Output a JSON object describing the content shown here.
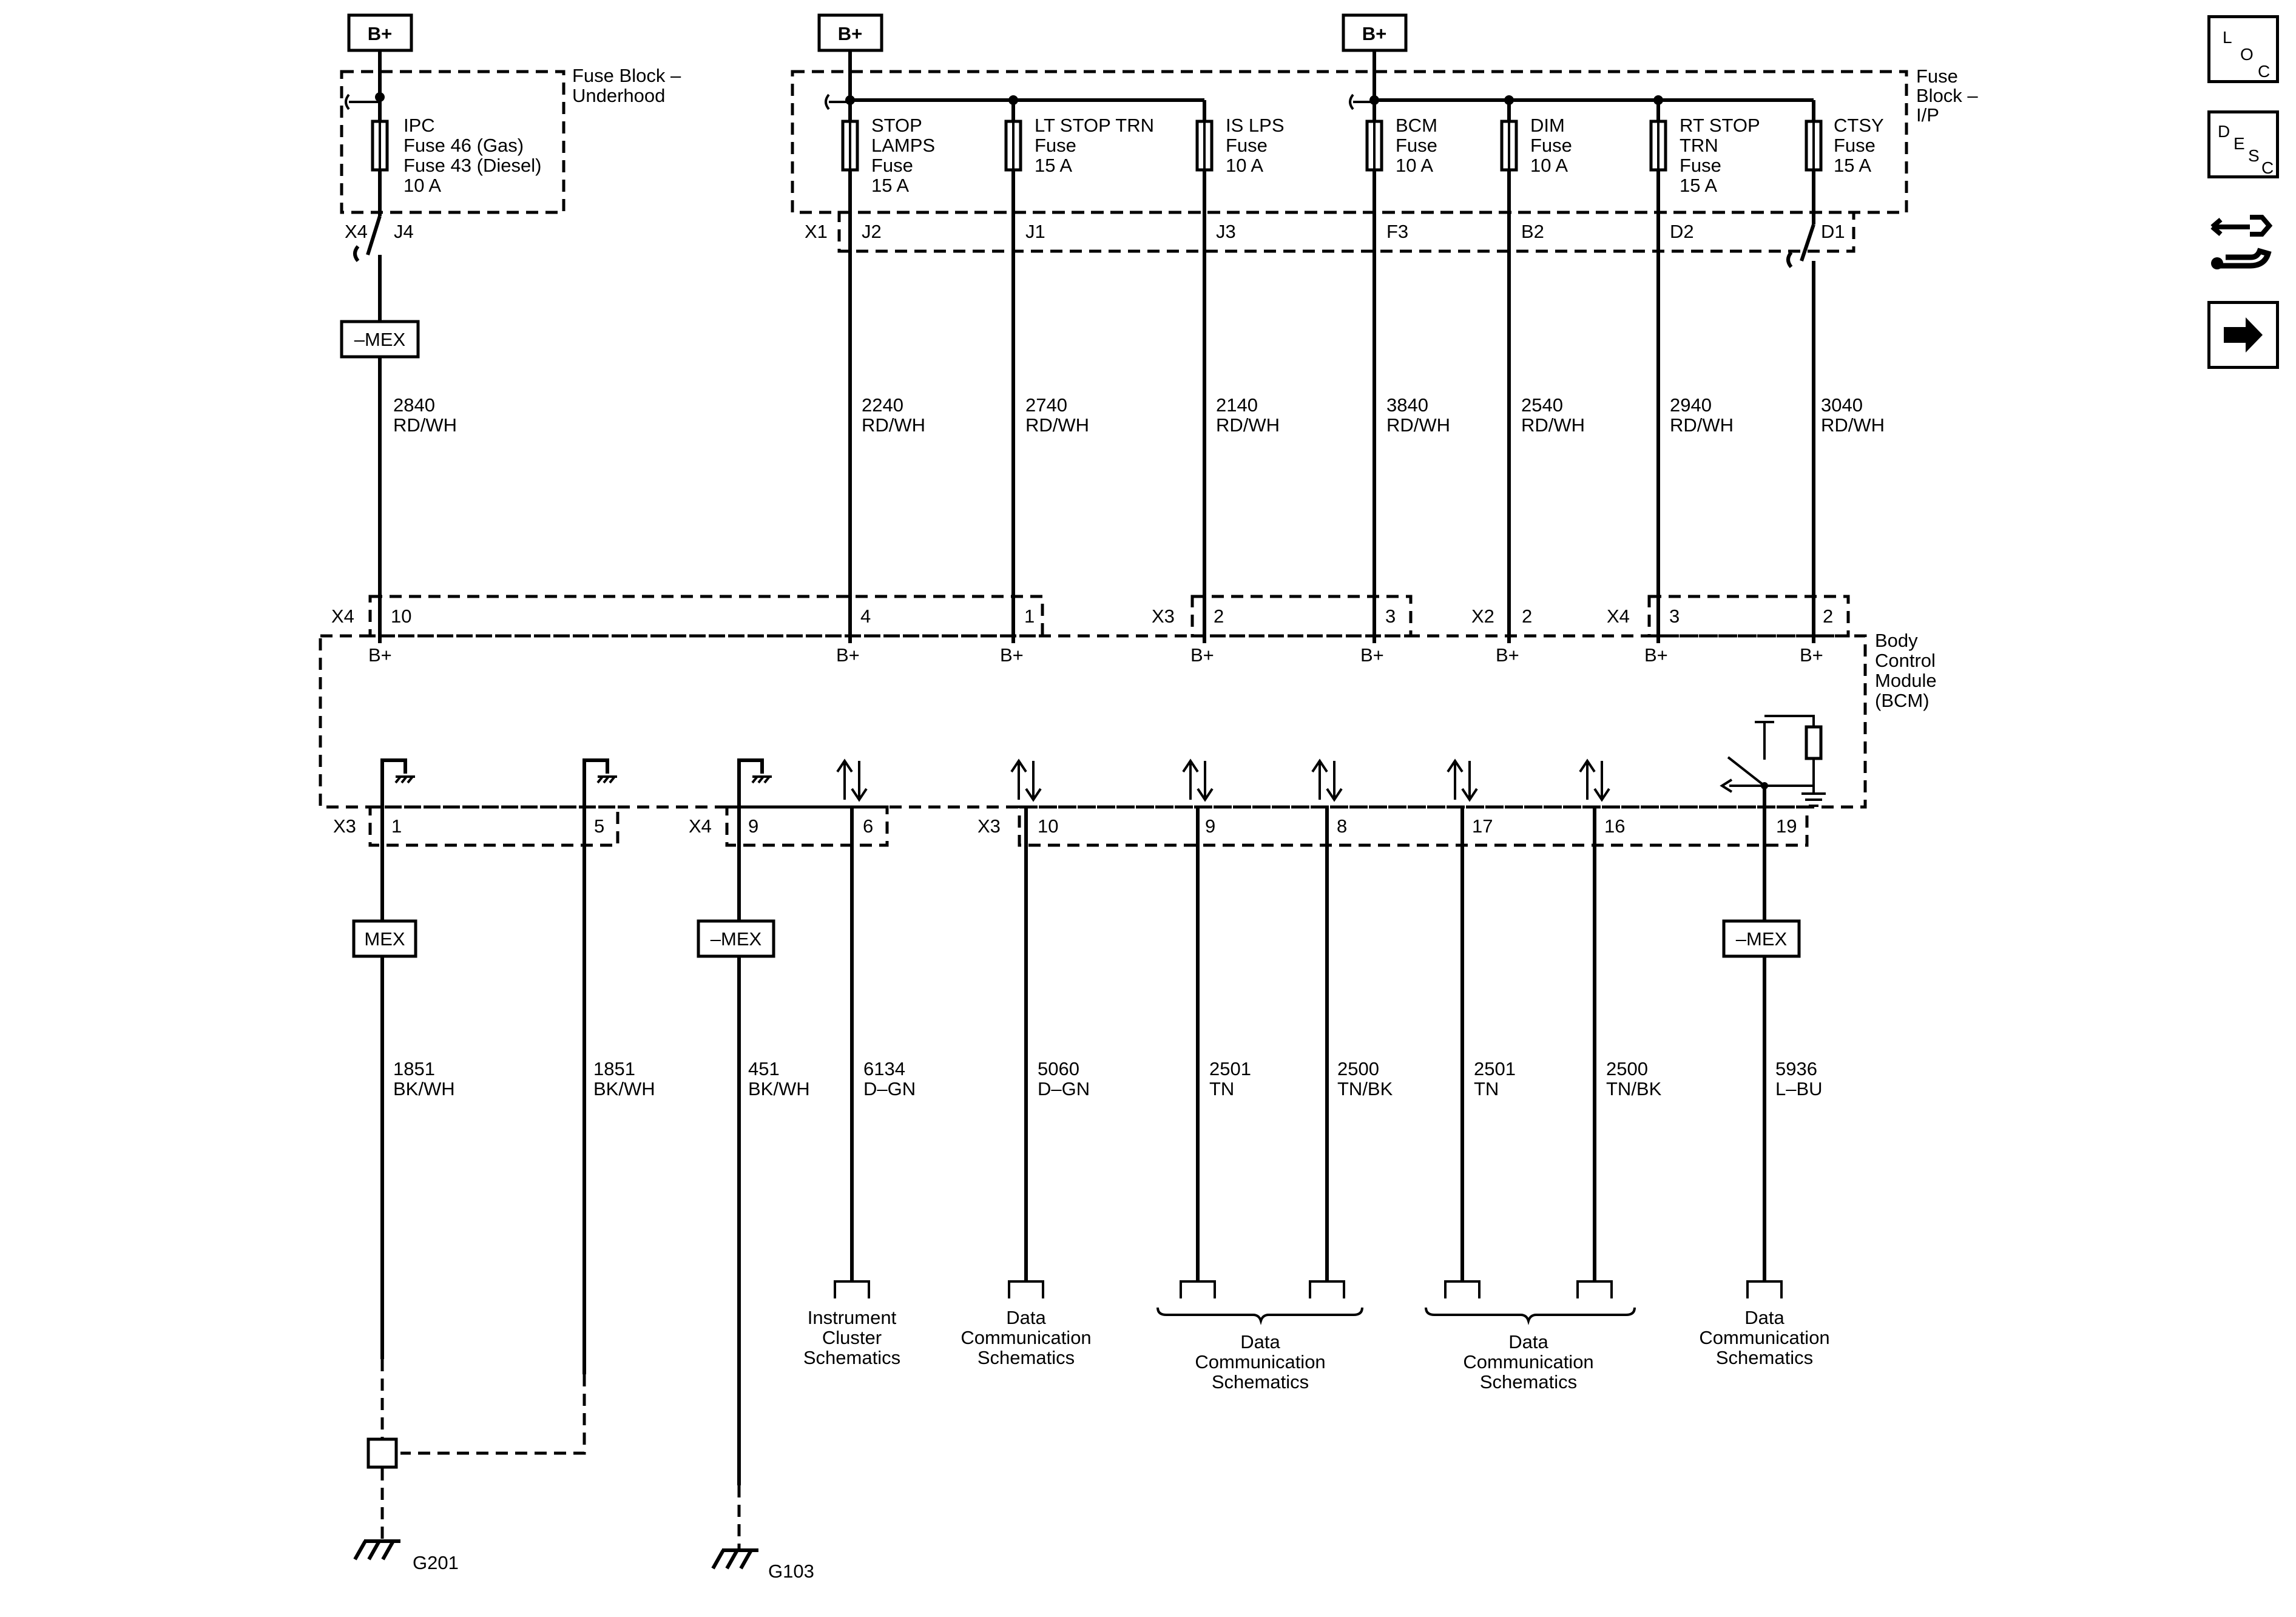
{
  "batt_label": "B+",
  "fuse_blocks": {
    "underhood": [
      "Fuse Block –",
      "Underhood"
    ],
    "ip": [
      "Fuse",
      "Block –",
      "I/P"
    ]
  },
  "fuses": [
    {
      "lines": [
        "IPC",
        "Fuse 46 (Gas)",
        "Fuse 43 (Diesel)",
        "10 A"
      ],
      "pin": "J4"
    },
    {
      "lines": [
        "STOP",
        "LAMPS",
        "Fuse",
        "15 A"
      ],
      "pin": "J2"
    },
    {
      "lines": [
        "LT STOP TRN",
        "Fuse",
        "15 A"
      ],
      "pin": "J1"
    },
    {
      "lines": [
        "IS LPS",
        "Fuse",
        "10 A"
      ],
      "pin": "J3"
    },
    {
      "lines": [
        "BCM",
        "Fuse",
        "10 A"
      ],
      "pin": "F3"
    },
    {
      "lines": [
        "DIM",
        "Fuse",
        "10 A"
      ],
      "pin": "B2"
    },
    {
      "lines": [
        "RT STOP",
        "TRN",
        "Fuse",
        "15 A"
      ],
      "pin": "D2"
    },
    {
      "lines": [
        "CTSY",
        "Fuse",
        "15 A"
      ],
      "pin": "D1"
    }
  ],
  "fuse_connectors": {
    "underhood": "X4",
    "ip": "X1"
  },
  "supply_wires": [
    {
      "circuit": "2840",
      "color": "RD/WH"
    },
    {
      "circuit": "2240",
      "color": "RD/WH"
    },
    {
      "circuit": "2740",
      "color": "RD/WH"
    },
    {
      "circuit": "2140",
      "color": "RD/WH"
    },
    {
      "circuit": "3840",
      "color": "RD/WH"
    },
    {
      "circuit": "2540",
      "color": "RD/WH"
    },
    {
      "circuit": "2940",
      "color": "RD/WH"
    },
    {
      "circuit": "3040",
      "color": "RD/WH"
    }
  ],
  "mex_top": "–MEX",
  "bcm_top_connectors": [
    "X4",
    "X3",
    "X2",
    "X4"
  ],
  "bcm_top_pins": [
    "10",
    "4",
    "1",
    "2",
    "3",
    "2",
    "3",
    "2"
  ],
  "bcm_terminal": "B+",
  "bcm_label": [
    "Body",
    "Control",
    "Module",
    "(BCM)"
  ],
  "bcm_bottom_connectors": [
    "X3",
    "X4",
    "X3"
  ],
  "bcm_bottom_pins": [
    "1",
    "5",
    "9",
    "6",
    "10",
    "9",
    "8",
    "17",
    "16",
    "19"
  ],
  "mex_bottom": [
    "MEX",
    "–MEX",
    "–MEX"
  ],
  "lower_wires": [
    {
      "circuit": "1851",
      "color": "BK/WH"
    },
    {
      "circuit": "1851",
      "color": "BK/WH"
    },
    {
      "circuit": "451",
      "color": "BK/WH"
    },
    {
      "circuit": "6134",
      "color": "D–GN"
    },
    {
      "circuit": "5060",
      "color": "D–GN"
    },
    {
      "circuit": "2501",
      "color": "TN"
    },
    {
      "circuit": "2500",
      "color": "TN/BK"
    },
    {
      "circuit": "2501",
      "color": "TN"
    },
    {
      "circuit": "2500",
      "color": "TN/BK"
    },
    {
      "circuit": "5936",
      "color": "L–BU"
    }
  ],
  "destinations": [
    [
      "Instrument",
      "Cluster",
      "Schematics"
    ],
    [
      "Data",
      "Communication",
      "Schematics"
    ],
    [
      "Data",
      "Communication",
      "Schematics"
    ],
    [
      "Data",
      "Communication",
      "Schematics"
    ],
    [
      "Data",
      "Communication",
      "Schematics"
    ]
  ],
  "grounds": [
    "G201",
    "G103"
  ],
  "nav": {
    "loc": [
      "L",
      "O",
      "C"
    ],
    "desc": [
      "D",
      "E",
      "S",
      "C"
    ],
    "repair_icon": "connector-wrench-icon",
    "next_icon": "right-arrow-icon"
  }
}
